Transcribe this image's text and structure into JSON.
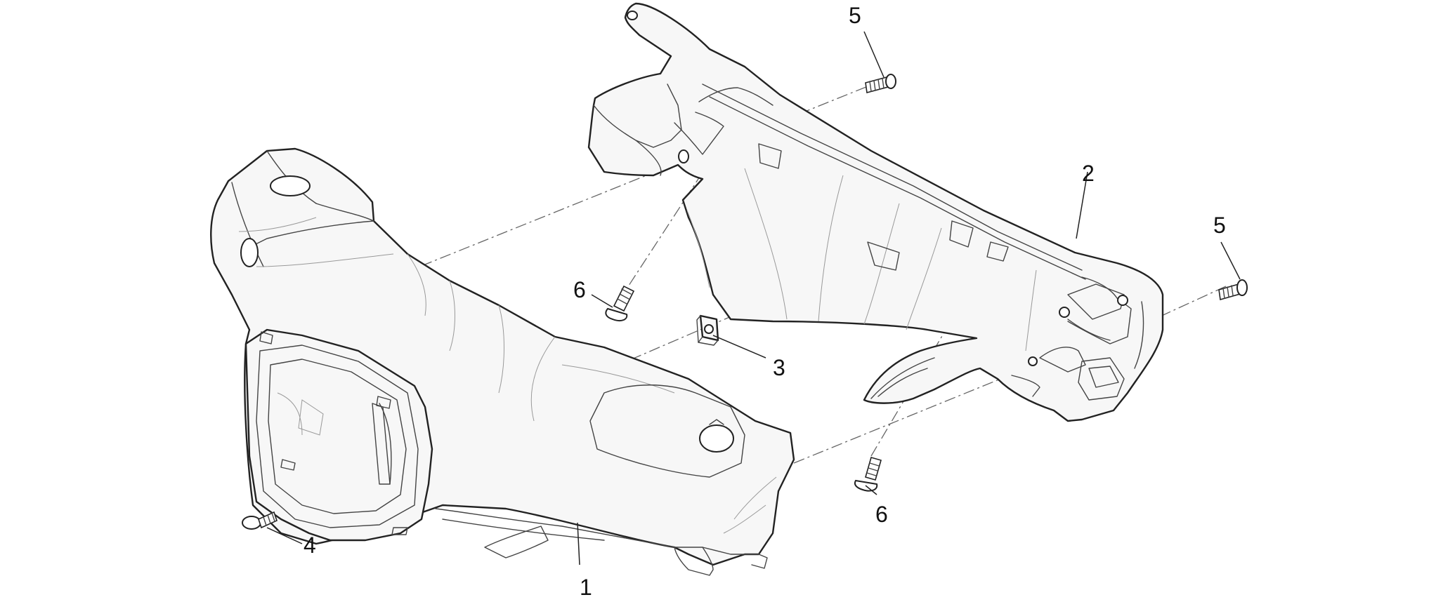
{
  "callouts": {
    "c1": "1",
    "c2": "2",
    "c3": "3",
    "c4": "4",
    "c5a": "5",
    "c5b": "5",
    "c6a": "6",
    "c6b": "6"
  },
  "parts": {
    "front_cover": "1",
    "rear_cover": "2",
    "clip_nut": "3",
    "screw_front": "4",
    "screw_top": "5",
    "screw_bottom": "6"
  },
  "colors": {
    "line": "#222222",
    "fill": "#f7f7f7",
    "background": "#ffffff"
  }
}
